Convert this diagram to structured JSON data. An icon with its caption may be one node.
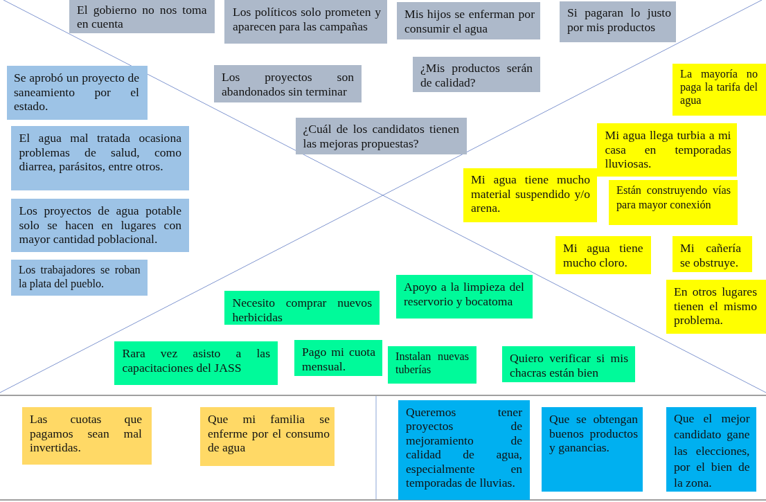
{
  "diagram": {
    "nodes": [
      {
        "text": [
          "El gobierno no nos toma en cuenta"
        ]
      },
      {
        "text": [
          "Los políticos solo prometen y aparecen para las campañas"
        ]
      },
      {
        "text": [
          "Mis hijos se enferman por consumir el agua"
        ]
      },
      {
        "text": [
          "Si pagaran lo justo por mis productos"
        ]
      },
      {
        "text": [
          "Se aprobó un proyecto de saneamiento por el estado."
        ]
      },
      {
        "text": [
          "Los proyectos son abandonados sin terminar"
        ]
      },
      {
        "text": [
          "¿Mis productos serán de calidad?"
        ]
      },
      {
        "text": [
          "La mayoría no paga la tarifa del agua"
        ]
      },
      {
        "text": [
          "El agua mal tratada ocasiona problemas de salud, como diarrea, parásitos, entre otros."
        ]
      },
      {
        "text": [
          "¿Cuál de los candidatos tienen las mejoras propuestas?"
        ]
      },
      {
        "text": [
          "Mi agua llega turbia a mi casa en temporadas lluviosas."
        ]
      },
      {
        "text": [
          "Mi agua tiene mucho material suspendido y/o arena."
        ]
      },
      {
        "text": [
          "Están construyendo vías para mayor conexión"
        ]
      },
      {
        "text": [
          "Los proyectos de agua potable solo se hacen en lugares con mayor cantidad poblacional."
        ]
      },
      {
        "text": [
          "Mi agua tiene mucho cloro."
        ]
      },
      {
        "text": [
          "Mi cañería se obstruye."
        ]
      },
      {
        "text": [
          "Los trabajadores se roban la plata del pueblo."
        ]
      },
      {
        "text": [
          "Apoyo a la limpieza del reservorio y bocatoma"
        ]
      },
      {
        "text": [
          "En otros lugares tienen el mismo problema."
        ]
      },
      {
        "text": [
          "Necesito comprar nuevos herbicidas"
        ]
      },
      {
        "text": [
          "Rara vez asisto a las capacitaciones del JASS"
        ]
      },
      {
        "text": [
          "Pago mi cuota mensual."
        ]
      },
      {
        "text": [
          "Instalan nuevas tuberías"
        ]
      },
      {
        "text": [
          "Quiero verificar si mis chacras están bien"
        ]
      },
      {
        "text": [
          "Las cuotas que pagamos sean mal invertidas."
        ]
      },
      {
        "text": [
          "Que mi familia se enferme por el consumo de agua"
        ]
      },
      {
        "text": [
          "Queremos tener proyectos de mejoramiento de calidad de agua, especialmente en temporadas de lluvias."
        ]
      },
      {
        "text": [
          "Que se obtengan buenos productos y ganancias."
        ]
      },
      {
        "text": [
          "Que el mejor candidato gane las elecciones, por el bien de la zona."
        ]
      }
    ]
  }
}
